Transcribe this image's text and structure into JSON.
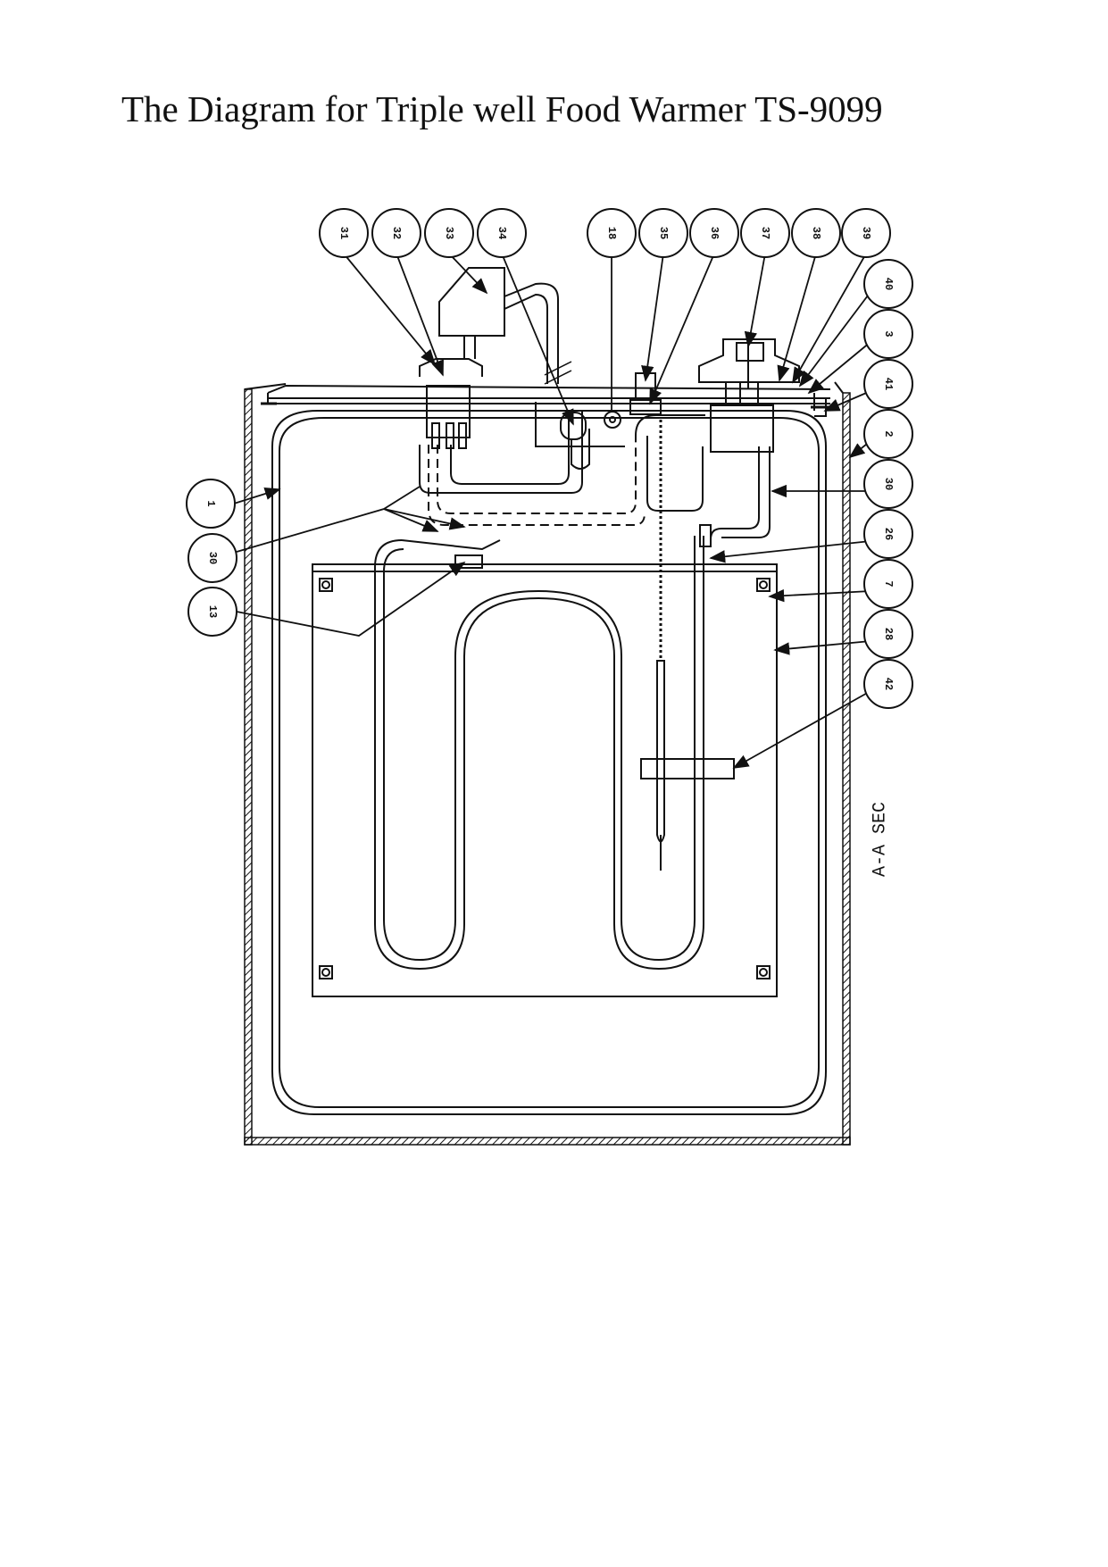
{
  "title": "The Diagram for Triple well Food Warmer TS-9099",
  "section_label": "A-A SEC",
  "callouts": {
    "c31": "31",
    "c32": "32",
    "c33": "33",
    "c34": "34",
    "c18": "18",
    "c35": "35",
    "c36": "36",
    "c37": "37",
    "c38": "38",
    "c39": "39",
    "c40": "40",
    "c3": "3",
    "c41": "41",
    "c2": "2",
    "c30r": "30",
    "c26": "26",
    "c7": "7",
    "c28": "28",
    "c42": "42",
    "c1": "1",
    "c30l": "30",
    "c13": "13"
  }
}
